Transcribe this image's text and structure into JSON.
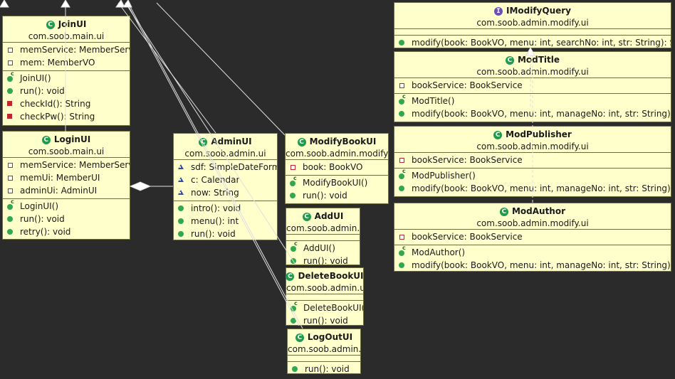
{
  "classes": [
    {
      "id": "JoinUI",
      "kind": "class",
      "name": "JoinUI",
      "package": "com.soob.main.ui",
      "fields": [
        {
          "vis": "private",
          "text": "memService: MemberService"
        },
        {
          "vis": "private",
          "text": "mem: MemberVO"
        }
      ],
      "methods": [
        {
          "vis": "constructor",
          "text": "JoinUI()"
        },
        {
          "vis": "public",
          "text": "run(): void"
        },
        {
          "vis": "private",
          "text": "checkId(): String"
        },
        {
          "vis": "private",
          "text": "checkPw(): String"
        }
      ]
    },
    {
      "id": "LoginUI",
      "kind": "class",
      "name": "LoginUI",
      "package": "com.soob.main.ui",
      "fields": [
        {
          "vis": "private",
          "text": "memService: MemberService"
        },
        {
          "vis": "private",
          "text": "memUi: MemberUI"
        },
        {
          "vis": "private",
          "text": "adminUi: AdminUI"
        }
      ],
      "methods": [
        {
          "vis": "constructor",
          "text": "LoginUI()"
        },
        {
          "vis": "public",
          "text": "run(): void"
        },
        {
          "vis": "public",
          "text": "retry(): void"
        }
      ]
    },
    {
      "id": "AdminUI",
      "kind": "class",
      "name": "AdminUI",
      "package": "com.soob.admin.ui",
      "fields": [
        {
          "vis": "package",
          "text": "sdf: SimpleDateFormat"
        },
        {
          "vis": "package",
          "text": "c: Calendar"
        },
        {
          "vis": "package",
          "text": "now: String"
        }
      ],
      "methods": [
        {
          "vis": "public",
          "text": "intro(): void"
        },
        {
          "vis": "public",
          "text": "menu(): int"
        },
        {
          "vis": "public",
          "text": "run(): void"
        }
      ]
    },
    {
      "id": "ModifyBookUI",
      "kind": "class",
      "name": "ModifyBookUI",
      "package": "com.soob.admin.modify.ui",
      "fields": [
        {
          "vis": "private",
          "text": "book: BookVO"
        }
      ],
      "methods": [
        {
          "vis": "constructor",
          "text": "ModifyBookUI()"
        },
        {
          "vis": "public",
          "text": "run(): void"
        }
      ]
    },
    {
      "id": "AddUI",
      "kind": "class",
      "name": "AddUI",
      "package": "com.soob.admin.ui",
      "fields": [],
      "methods": [
        {
          "vis": "constructor",
          "text": "AddUI()"
        },
        {
          "vis": "public",
          "text": "run(): void"
        }
      ]
    },
    {
      "id": "DeleteBookUI",
      "kind": "class",
      "name": "DeleteBookUI",
      "package": "com.soob.admin.ui",
      "fields": [],
      "methods": [
        {
          "vis": "constructor",
          "text": "DeleteBookUI()"
        },
        {
          "vis": "public",
          "text": "run(): void"
        }
      ]
    },
    {
      "id": "LogOutUI",
      "kind": "class",
      "name": "LogOutUI",
      "package": "com.soob.admin.ui",
      "fields": [],
      "methods": [
        {
          "vis": "public",
          "text": "run(): void"
        }
      ]
    },
    {
      "id": "IModifyQuery",
      "kind": "interface",
      "name": "IModifyQuery",
      "package": "com.soob.admin.modify.ui",
      "fields": [],
      "methods": [
        {
          "vis": "public",
          "text": "modify(book: BookVO, menu: int, searchNo: int, str: String): String"
        }
      ]
    },
    {
      "id": "ModTitle",
      "kind": "class",
      "name": "ModTitle",
      "package": "com.soob.admin.modify.ui",
      "fields": [
        {
          "vis": "private",
          "text": "bookService: BookService"
        }
      ],
      "methods": [
        {
          "vis": "constructor",
          "text": "ModTitle()"
        },
        {
          "vis": "public",
          "text": "modify(book: BookVO, menu: int, manageNo: int, str: String): String"
        }
      ]
    },
    {
      "id": "ModPublisher",
      "kind": "class",
      "name": "ModPublisher",
      "package": "com.soob.admin.modify.ui",
      "fields": [
        {
          "vis": "private",
          "text": "bookService: BookService"
        }
      ],
      "methods": [
        {
          "vis": "constructor",
          "text": "ModPublisher()"
        },
        {
          "vis": "public",
          "text": "modify(book: BookVO, menu: int, manageNo: int, str: String): String"
        }
      ]
    },
    {
      "id": "ModAuthor",
      "kind": "class",
      "name": "ModAuthor",
      "package": "com.soob.admin.modify.ui",
      "fields": [
        {
          "vis": "private",
          "text": "bookService: BookService"
        }
      ],
      "methods": [
        {
          "vis": "constructor",
          "text": "ModAuthor()"
        },
        {
          "vis": "public",
          "text": "modify(book: BookVO, menu: int, manageNo: int, str: String): String"
        }
      ]
    }
  ]
}
